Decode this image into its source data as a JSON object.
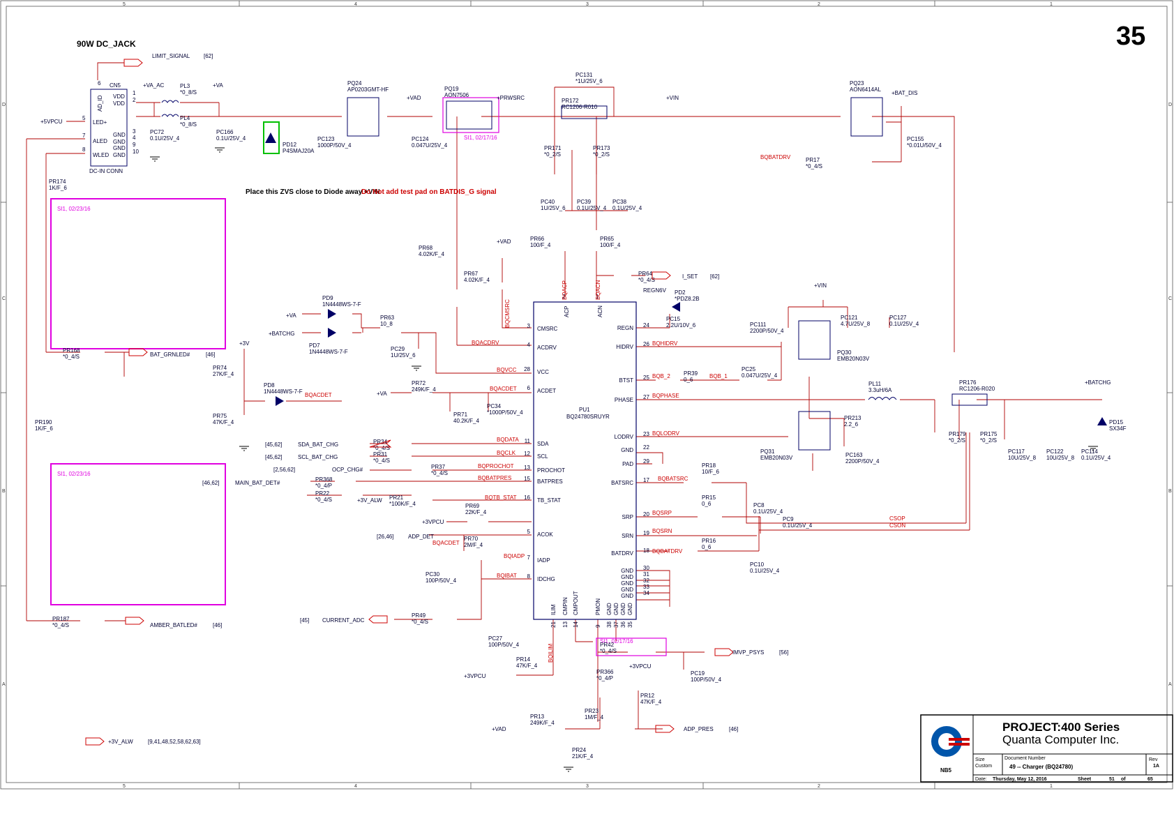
{
  "sheet": {
    "page_number": "35",
    "jack_title": "90W DC_JACK",
    "border_cols": [
      "5",
      "4",
      "3",
      "2",
      "1"
    ],
    "border_rows": [
      "D",
      "C",
      "B",
      "A"
    ]
  },
  "colors": {
    "wire": "#b00000",
    "part": "#000066",
    "net": "#cc0000",
    "revision": "#e000e0",
    "zvs": "#00c000"
  },
  "notes": {
    "zvs": "Place this ZVS close to Diode away +VIN",
    "testpad": "Do Not add test pad on BATDIS_G signal",
    "revision_0223": "SI1, 02/23/16",
    "revision_0217": "SI1, 02/17/16"
  },
  "connector": {
    "ref": "CN5",
    "name": "DC-IN CONN",
    "pins": [
      "AD_ID",
      "VDD",
      "VDD",
      "LED+",
      "ALED",
      "GND",
      "WLED",
      "GND",
      "GND",
      "GND"
    ],
    "pin_numbers": [
      "6",
      "1",
      "2",
      "5",
      "7",
      "3",
      "4",
      "9",
      "8",
      "10"
    ]
  },
  "ics": {
    "pu1": {
      "ref": "PU1",
      "part": "BQ24780SRUYR",
      "left_pins": [
        "CMSRC",
        "ACDRV",
        "VCC",
        "ACDET",
        "SDA",
        "SCL",
        "PROCHOT",
        "BATPRES",
        "TB_STAT",
        "ACOK",
        "IADP",
        "IDCHG"
      ],
      "left_nums": [
        "3",
        "4",
        "28",
        "6",
        "11",
        "12",
        "13",
        "15",
        "16",
        "5",
        "7",
        "8"
      ],
      "right_pins": [
        "REGN",
        "HIDRV",
        "BTST",
        "PHASE",
        "LODRV",
        "GND",
        "PAD",
        "BATSRC",
        "SRP",
        "SRN",
        "BATDRV",
        "GND",
        "GND",
        "GND",
        "GND",
        "GND"
      ],
      "right_nums": [
        "24",
        "26",
        "25",
        "27",
        "23",
        "22",
        "29",
        "17",
        "20",
        "19",
        "18",
        "30",
        "31",
        "32",
        "33",
        "34"
      ],
      "top_pins": [
        "ACP",
        "ACN"
      ],
      "top_nums": [
        "2",
        "1"
      ],
      "bottom_pins": [
        "ILIM",
        "CMPIN",
        "CMPOUT",
        "PMON",
        "GND",
        "GND",
        "GND",
        "GND"
      ],
      "bottom_nums": [
        "21",
        "13",
        "14",
        "9",
        "38",
        "37",
        "36",
        "35"
      ]
    }
  },
  "components": [
    {
      "ref": "PQ24",
      "value": "AP0203GMT-HF"
    },
    {
      "ref": "PQ19",
      "value": "AON7506"
    },
    {
      "ref": "PQ23",
      "value": "AON6414AL"
    },
    {
      "ref": "PQ30",
      "value": "EMB20N03V"
    },
    {
      "ref": "PQ31",
      "value": "EMB20N03V"
    },
    {
      "ref": "PD12",
      "value": "P4SMAJ20A"
    },
    {
      "ref": "PD9",
      "value": "1N4448WS-7-F"
    },
    {
      "ref": "PD7",
      "value": "1N4448WS-7-F"
    },
    {
      "ref": "PD8",
      "value": "1N4448WS-7-F"
    },
    {
      "ref": "PD2",
      "value": "*PDZ8.2B"
    },
    {
      "ref": "PD15",
      "value": "SX34F"
    },
    {
      "ref": "PL3",
      "value": "*0_8/S"
    },
    {
      "ref": "PL4",
      "value": "*0_8/S"
    },
    {
      "ref": "PL11",
      "value": "3.3uH/6A"
    },
    {
      "ref": "PC72",
      "value": "0.1U/25V_4"
    },
    {
      "ref": "PC166",
      "value": "0.1U/25V_4"
    },
    {
      "ref": "PC123",
      "value": "1000P/50V_4"
    },
    {
      "ref": "PC124",
      "value": "0.047U/25V_4"
    },
    {
      "ref": "PC131",
      "value": "*1U/25V_6"
    },
    {
      "ref": "PR172",
      "value": "RC1206-R010"
    },
    {
      "ref": "PR171",
      "value": "*0_2/S"
    },
    {
      "ref": "PR173",
      "value": "*0_2/S"
    },
    {
      "ref": "PC155",
      "value": "*0.01U/50V_4"
    },
    {
      "ref": "PR17",
      "value": "*0_4/S"
    },
    {
      "ref": "PC40",
      "value": "1U/25V_6"
    },
    {
      "ref": "PC39",
      "value": "0.1U/25V_4"
    },
    {
      "ref": "PC38",
      "value": "0.1U/25V_4"
    },
    {
      "ref": "PR66",
      "value": "100/F_4"
    },
    {
      "ref": "PR65",
      "value": "100/F_4"
    },
    {
      "ref": "PR64",
      "value": "*0_4/S"
    },
    {
      "ref": "PR68",
      "value": "4.02K/F_4"
    },
    {
      "ref": "PR67",
      "value": "4.02K/F_4"
    },
    {
      "ref": "PR174",
      "value": "1K/F_6"
    },
    {
      "ref": "PR190",
      "value": "1K/F_6"
    },
    {
      "ref": "PR168",
      "value": "*0_4/S"
    },
    {
      "ref": "PR187",
      "value": "*0_4/S"
    },
    {
      "ref": "PR63",
      "value": "10_8"
    },
    {
      "ref": "PC29",
      "value": "1U/25V_6"
    },
    {
      "ref": "PR74",
      "value": "27K/F_4"
    },
    {
      "ref": "PR75",
      "value": "47K/F_4"
    },
    {
      "ref": "PR72",
      "value": "249K/F_4"
    },
    {
      "ref": "PR71",
      "value": "40.2K/F_4"
    },
    {
      "ref": "PC34",
      "value": "*1000P/50V_4"
    },
    {
      "ref": "PR34",
      "value": "*0_4/S"
    },
    {
      "ref": "PR31",
      "value": "*0_4/S"
    },
    {
      "ref": "PR37",
      "value": "*0_4/S"
    },
    {
      "ref": "PR368",
      "value": "*0_4/P"
    },
    {
      "ref": "PR22",
      "value": "*0_4/S"
    },
    {
      "ref": "PR21",
      "value": "*100K/F_4"
    },
    {
      "ref": "PR69",
      "value": "22K/F_4"
    },
    {
      "ref": "PR70",
      "value": "2M/F_4"
    },
    {
      "ref": "PC30",
      "value": "100P/50V_4"
    },
    {
      "ref": "PR49",
      "value": "*0_4/S"
    },
    {
      "ref": "PC27",
      "value": "100P/50V_4"
    },
    {
      "ref": "PR14",
      "value": "47K/F_4"
    },
    {
      "ref": "PR13",
      "value": "249K/F_4"
    },
    {
      "ref": "PR24",
      "value": "21K/F_4"
    },
    {
      "ref": "PR23",
      "value": "1M/F_4"
    },
    {
      "ref": "PR366",
      "value": "*0_4/P"
    },
    {
      "ref": "PR12",
      "value": "47K/F_4"
    },
    {
      "ref": "PR42",
      "value": "*0_4/S"
    },
    {
      "ref": "PC19",
      "value": "100P/50V_4"
    },
    {
      "ref": "PC15",
      "value": "2.2U/10V_6"
    },
    {
      "ref": "PR39",
      "value": "0_6"
    },
    {
      "ref": "PC25",
      "value": "0.047U/25V_4"
    },
    {
      "ref": "PC111",
      "value": "2200P/50V_4"
    },
    {
      "ref": "PC121",
      "value": "4.7U/25V_8"
    },
    {
      "ref": "PC127",
      "value": "0.1U/25V_4"
    },
    {
      "ref": "PR213",
      "value": "2.2_6"
    },
    {
      "ref": "PC163",
      "value": "2200P/50V_4"
    },
    {
      "ref": "PR18",
      "value": "10/F_6"
    },
    {
      "ref": "PR15",
      "value": "0_6"
    },
    {
      "ref": "PR16",
      "value": "0_6"
    },
    {
      "ref": "PC8",
      "value": "0.1U/25V_4"
    },
    {
      "ref": "PC9",
      "value": "0.1U/25V_4"
    },
    {
      "ref": "PC10",
      "value": "0.1U/25V_4"
    },
    {
      "ref": "PR176",
      "value": "RC1206-R020"
    },
    {
      "ref": "PR179",
      "value": "*0_2/S"
    },
    {
      "ref": "PR175",
      "value": "*0_2/S"
    },
    {
      "ref": "PC117",
      "value": "10U/25V_8"
    },
    {
      "ref": "PC122",
      "value": "10U/25V_8"
    },
    {
      "ref": "PC114",
      "value": "0.1U/25V_4"
    }
  ],
  "ports": {
    "limit_signal": "LIMIT_SIGNAL",
    "limit_signal_ref": "[62]",
    "vpcu5": "+5VPCU",
    "bat_grnled": "BAT_GRNLED#",
    "bat_grnled_ref": "[46]",
    "amber_batled": "AMBER_BATLED#",
    "amber_batled_ref": "[46]",
    "v3_alw": "+3V_ALW",
    "v3_alw_ref": "[9,41,48,52,58,62,63]",
    "i_set": "I_SET",
    "i_set_ref": "[62]",
    "sda": "SDA_BAT_CHG",
    "sda_ref": "[45,62]",
    "scl": "SCL_BAT_CHG",
    "scl_ref": "[45,62]",
    "ocp": "OCP_CHG#",
    "ocp_ref": "[2,56,62]",
    "main_bat": "MAIN_BAT_DET#",
    "main_bat_ref": "[46,62]",
    "adp_det": "ADP_DET",
    "adp_det_ref": "[26,46]",
    "current_adc": "CURRENT_ADC",
    "current_adc_ref": "[45]",
    "imvp": "IMVP_PSYS",
    "imvp_ref": "[56]",
    "adp_pres": "ADP_PRES",
    "adp_pres_ref": "[46]"
  },
  "nets": {
    "va_ac": "+VA_AC",
    "va": "+VA",
    "vad": "+VAD",
    "prwsrc": "+PRWSRC",
    "vin": "+VIN",
    "bat_dis": "+BAT_DIS",
    "batchg": "+BATCHG",
    "v3": "+3V",
    "v3pcu": "+3VPCU",
    "regn6v": "REGN6V",
    "bqbatdrv": "BQBATDRV",
    "bqacdrv": "BQACDRV",
    "bqvcc": "BQVCC",
    "bqacdet": "BQACDET",
    "bqdata": "BQDATA",
    "bqclk": "BQCLK",
    "bqprochot": "BQPROCHOT",
    "bqbatpres": "BQBATPRES",
    "bqtb_stat": "BQTB_STAT",
    "bqiadp": "BQIADP",
    "bqibat": "BQIBAT",
    "bqilim": "BQILIM",
    "bqcmsrc": "BQCMSRC",
    "bqacp": "BQACP",
    "bqacn": "BQACN",
    "bqhidrv": "BQHIDRV",
    "bqb2": "BQB_2",
    "bqb1": "BQB_1",
    "bqphase": "BQPHASE",
    "bqlodrv": "BQLODRV",
    "bqbatsrc": "BQBATSRC",
    "bqsrp": "BQSRP",
    "bqsrn": "BQSRN",
    "csop": "CSOP",
    "cson": "CSON"
  },
  "title_block": {
    "project": "PROJECT:400 Series",
    "company": "Quanta Computer Inc.",
    "logo_tag": "NB5",
    "size_label": "Size",
    "size": "Custom",
    "docnum_label": "Document Number",
    "document": "49 -- Charger (BQ24780)",
    "rev_label": "Rev",
    "rev": "1A",
    "date_label": "Date:",
    "date": "Thursday, May 12, 2016",
    "sheet_label": "Sheet",
    "sheet": "51",
    "of_label": "of",
    "total": "65"
  }
}
